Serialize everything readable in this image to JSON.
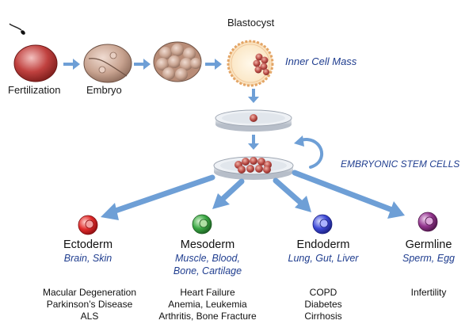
{
  "stages": {
    "fertilization": "Fertilization",
    "embryo": "Embryo",
    "blastocyst": "Blastocyst",
    "inner_cell_mass": "Inner Cell Mass",
    "embryonic_stem_cells": "EMBRYONIC STEM CELLS"
  },
  "lineages": [
    {
      "name": "Ectoderm",
      "tissues": [
        "Brain, Skin"
      ],
      "diseases": [
        "Macular Degeneration",
        "Parkinson’s Disease",
        "ALS"
      ],
      "color": "#d9262a"
    },
    {
      "name": "Mesoderm",
      "tissues": [
        "Muscle, Blood,",
        "Bone, Cartilage"
      ],
      "diseases": [
        "Heart Failure",
        "Anemia, Leukemia",
        "Arthritis, Bone Fracture"
      ],
      "color": "#2e9a3a"
    },
    {
      "name": "Endoderm",
      "tissues": [
        "Lung, Gut, Liver"
      ],
      "diseases": [
        "COPD",
        "Diabetes",
        "Cirrhosis"
      ],
      "color": "#3440c8"
    },
    {
      "name": "Germline",
      "tissues": [
        "Sperm, Egg"
      ],
      "diseases": [
        "Infertility"
      ],
      "color": "#8a2f86"
    }
  ],
  "colors": {
    "arrow": "#6e9fd6",
    "cell": "#b8413f",
    "embryo_cell": "#c8a390",
    "dish": "#d9dde3",
    "label_blue": "#1f3d8f"
  }
}
